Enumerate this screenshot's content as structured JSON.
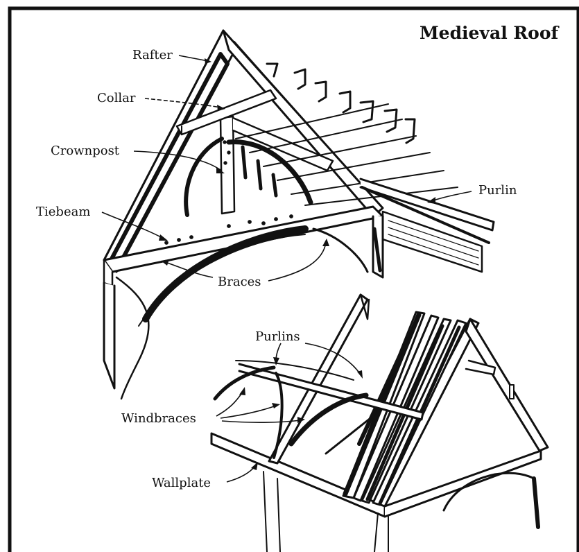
{
  "title": "Medieval Roof",
  "labels": {
    "rafter": "Rafter",
    "collar": "Collar",
    "crownpost": "Crownpost",
    "tiebeam": "Tiebeam",
    "braces": "Braces",
    "purlin": "Purlin",
    "purlins": "Purlins",
    "windbraces": "Windbraces",
    "wallplate": "Wallplate"
  },
  "colors": {
    "ink": "#111111",
    "paper": "#ffffff"
  }
}
